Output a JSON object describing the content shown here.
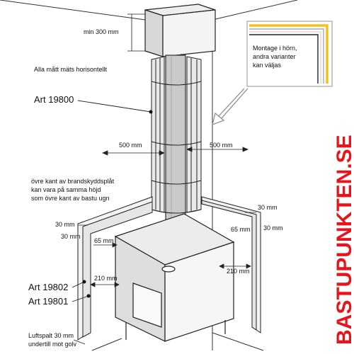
{
  "labels": {
    "min_height": "min 300 mm",
    "all_measures": "Alla mått mäts horisontellt",
    "art_19800": "Art 19800",
    "left_500": "500 mm",
    "right_500": "500 mm",
    "note_line1": "övre kant av brandskyddsplåt",
    "note_line2": "kan vara på samma höjd",
    "note_line3": "som övre kant av bastu ugn",
    "left_30a": "30 mm",
    "left_30b": "30 mm",
    "left_65": "65 mm",
    "left_210": "210 mm",
    "right_30a": "30 mm",
    "right_30b": "30 mm",
    "right_65": "65 mm",
    "right_210": "210 mm",
    "art_19802": "Art 19802",
    "art_19801": "Art 19801",
    "air_line1": "Luftspalt 30 mm",
    "air_line2": "undertill mot golv",
    "inset_line1": "Montage i hörn,",
    "inset_line2": "andra varianter",
    "inset_line3": "kan väljas",
    "brand": "BASTUPUNKTEN.SE"
  },
  "colors": {
    "brand": "#e8141c",
    "inset_yellow": "#f2c21b",
    "inset_gray": "#9a9a9a"
  }
}
